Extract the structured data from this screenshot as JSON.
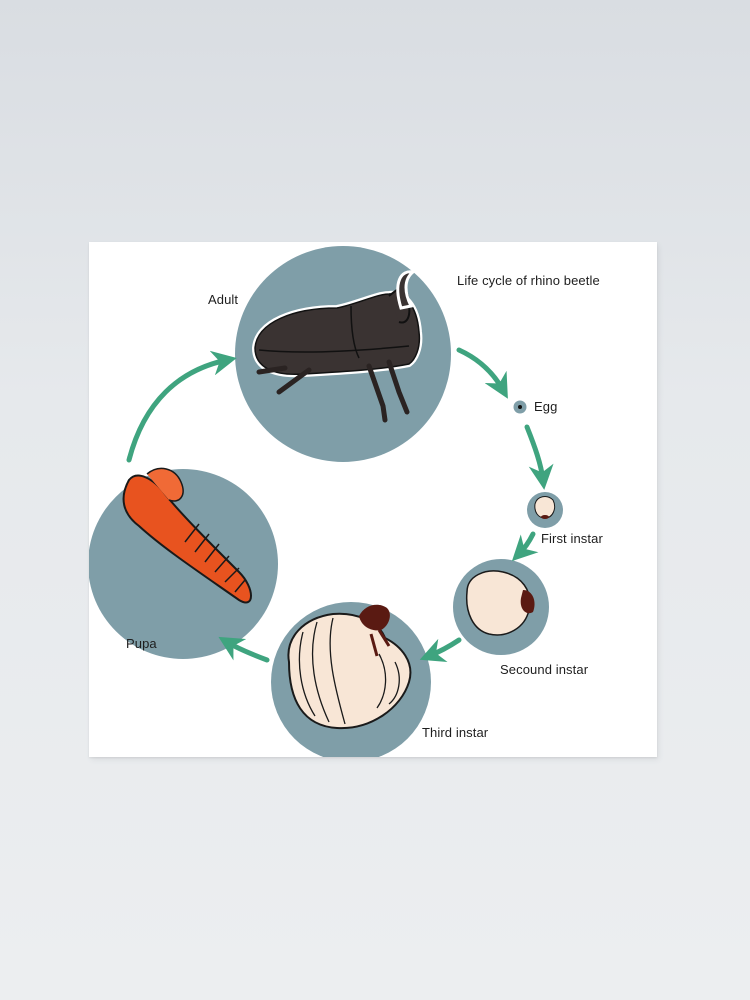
{
  "diagram": {
    "title": "Life cycle of rhino beetle",
    "stages": [
      {
        "id": "adult",
        "label": "Adult"
      },
      {
        "id": "egg",
        "label": "Egg"
      },
      {
        "id": "first-instar",
        "label": "First instar"
      },
      {
        "id": "second-instar",
        "label": "Secound instar"
      },
      {
        "id": "third-instar",
        "label": "Third instar"
      },
      {
        "id": "pupa",
        "label": "Pupa"
      }
    ],
    "cycle_order": [
      "Adult",
      "Egg",
      "First instar",
      "Secound instar",
      "Third instar",
      "Pupa",
      "Adult"
    ]
  },
  "colors": {
    "wall": "#e3e6e9",
    "poster": "#ffffff",
    "circle": "#7f9ea8",
    "arrow": "#3fa47f",
    "beetle": "#3a3332",
    "pupa": "#e8531f",
    "larva": "#f8e6d6",
    "larva_head": "#5a1a12",
    "text": "#1e1e1e"
  }
}
